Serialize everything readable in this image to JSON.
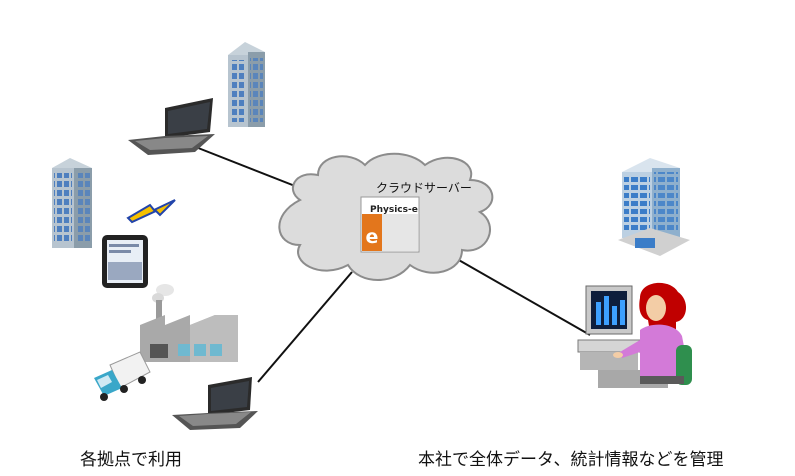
{
  "cloud": {
    "label": "クラウドサーバー"
  },
  "logo": {
    "name": "Physics-e",
    "letter": "e"
  },
  "captions": {
    "left": "各拠点で利用",
    "right": "本社で全体データ、統計情報などを管理"
  },
  "colors": {
    "cloud_fill": "#dcdcdc",
    "cloud_stroke": "#8c8c8c",
    "building": "#9eb0be",
    "window": "#4e7fbf",
    "logo_orange": "#e3761c",
    "lightning": "#2244aa",
    "lightning_fill": "#f5c000",
    "person_shirt": "#d37ad8"
  }
}
